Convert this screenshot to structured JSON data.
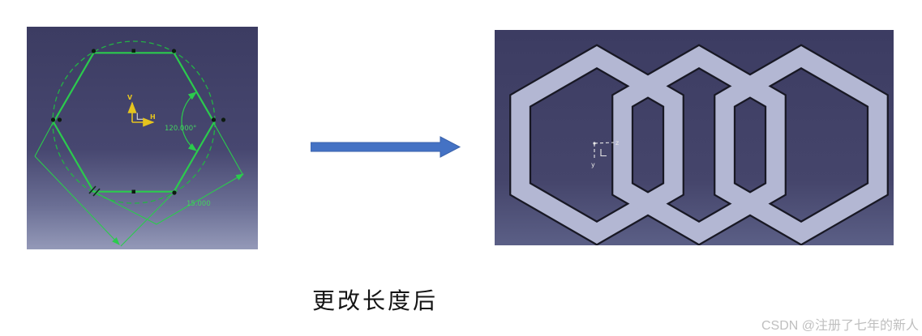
{
  "sketch_view": {
    "name": "CATIA sketcher view of a regular hexagon with construction geometry",
    "angle_dimension": "120.000°",
    "length_dimension": "15.000",
    "axis_vertical_label": "V",
    "axis_horizontal_label": "H",
    "colors": {
      "background_top": "#3c3c62",
      "background_bottom": "#9499b8",
      "geometry_green": "#2bcb4d",
      "axis_yellow": "#e5c41e"
    }
  },
  "arrow": {
    "color": "#4472c4"
  },
  "result_view": {
    "name": "CATIA pad result: three interlocked hexagonal rings",
    "axis_z_label": "z",
    "axis_y_label": "y",
    "colors": {
      "background_top": "#3c3c62",
      "background_bottom": "#5b5f86",
      "band": "#b3b7d3",
      "edge": "#181824"
    }
  },
  "caption": {
    "text": "更改长度后"
  },
  "watermark": {
    "text": "CSDN @注册了七年的新人"
  }
}
